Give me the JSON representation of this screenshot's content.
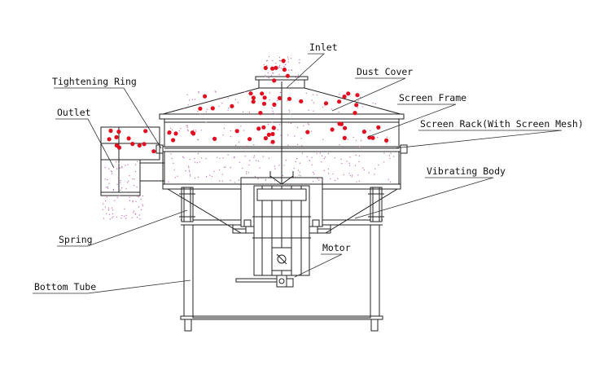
{
  "labels": {
    "inlet": "Inlet",
    "dust_cover": "Dust Cover",
    "tightening_ring": "Tightening Ring",
    "screen_frame": "Screen Frame",
    "outlet": "Outlet",
    "screen_rack": "Screen Rack(With Screen Mesh)",
    "vibrating_body": "Vibrating Body",
    "spring": "Spring",
    "motor": "Motor",
    "bottom_tube": "Bottom Tube"
  },
  "colors": {
    "line": "#222222",
    "particle_large": "#e01020",
    "particle_fine": "#c77ab8"
  }
}
